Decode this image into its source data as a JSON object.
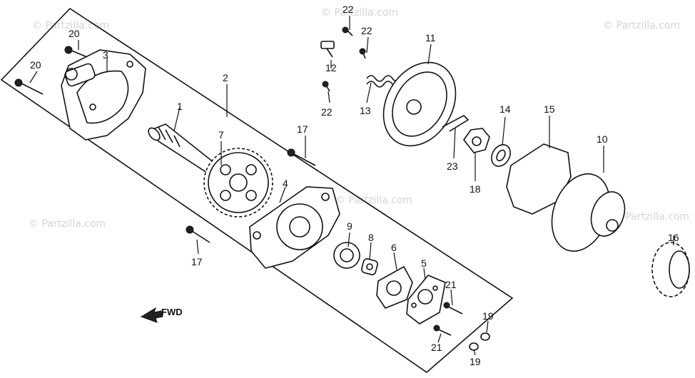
{
  "watermark": {
    "text": "© Partzilla.com"
  },
  "fwd_label": "FWD",
  "callouts": {
    "c1": "1",
    "c2": "2",
    "c3": "3",
    "c4": "4",
    "c5": "5",
    "c6": "6",
    "c7": "7",
    "c8": "8",
    "c9": "9",
    "c10": "10",
    "c11": "11",
    "c12": "12",
    "c13": "13",
    "c14": "14",
    "c15": "15",
    "c16": "16",
    "c17a": "17",
    "c17b": "17",
    "c18": "18",
    "c19a": "19",
    "c19b": "19",
    "c20a": "20",
    "c20b": "20",
    "c21a": "21",
    "c21b": "21",
    "c22a": "22",
    "c22b": "22",
    "c22c": "22",
    "c23": "23"
  }
}
